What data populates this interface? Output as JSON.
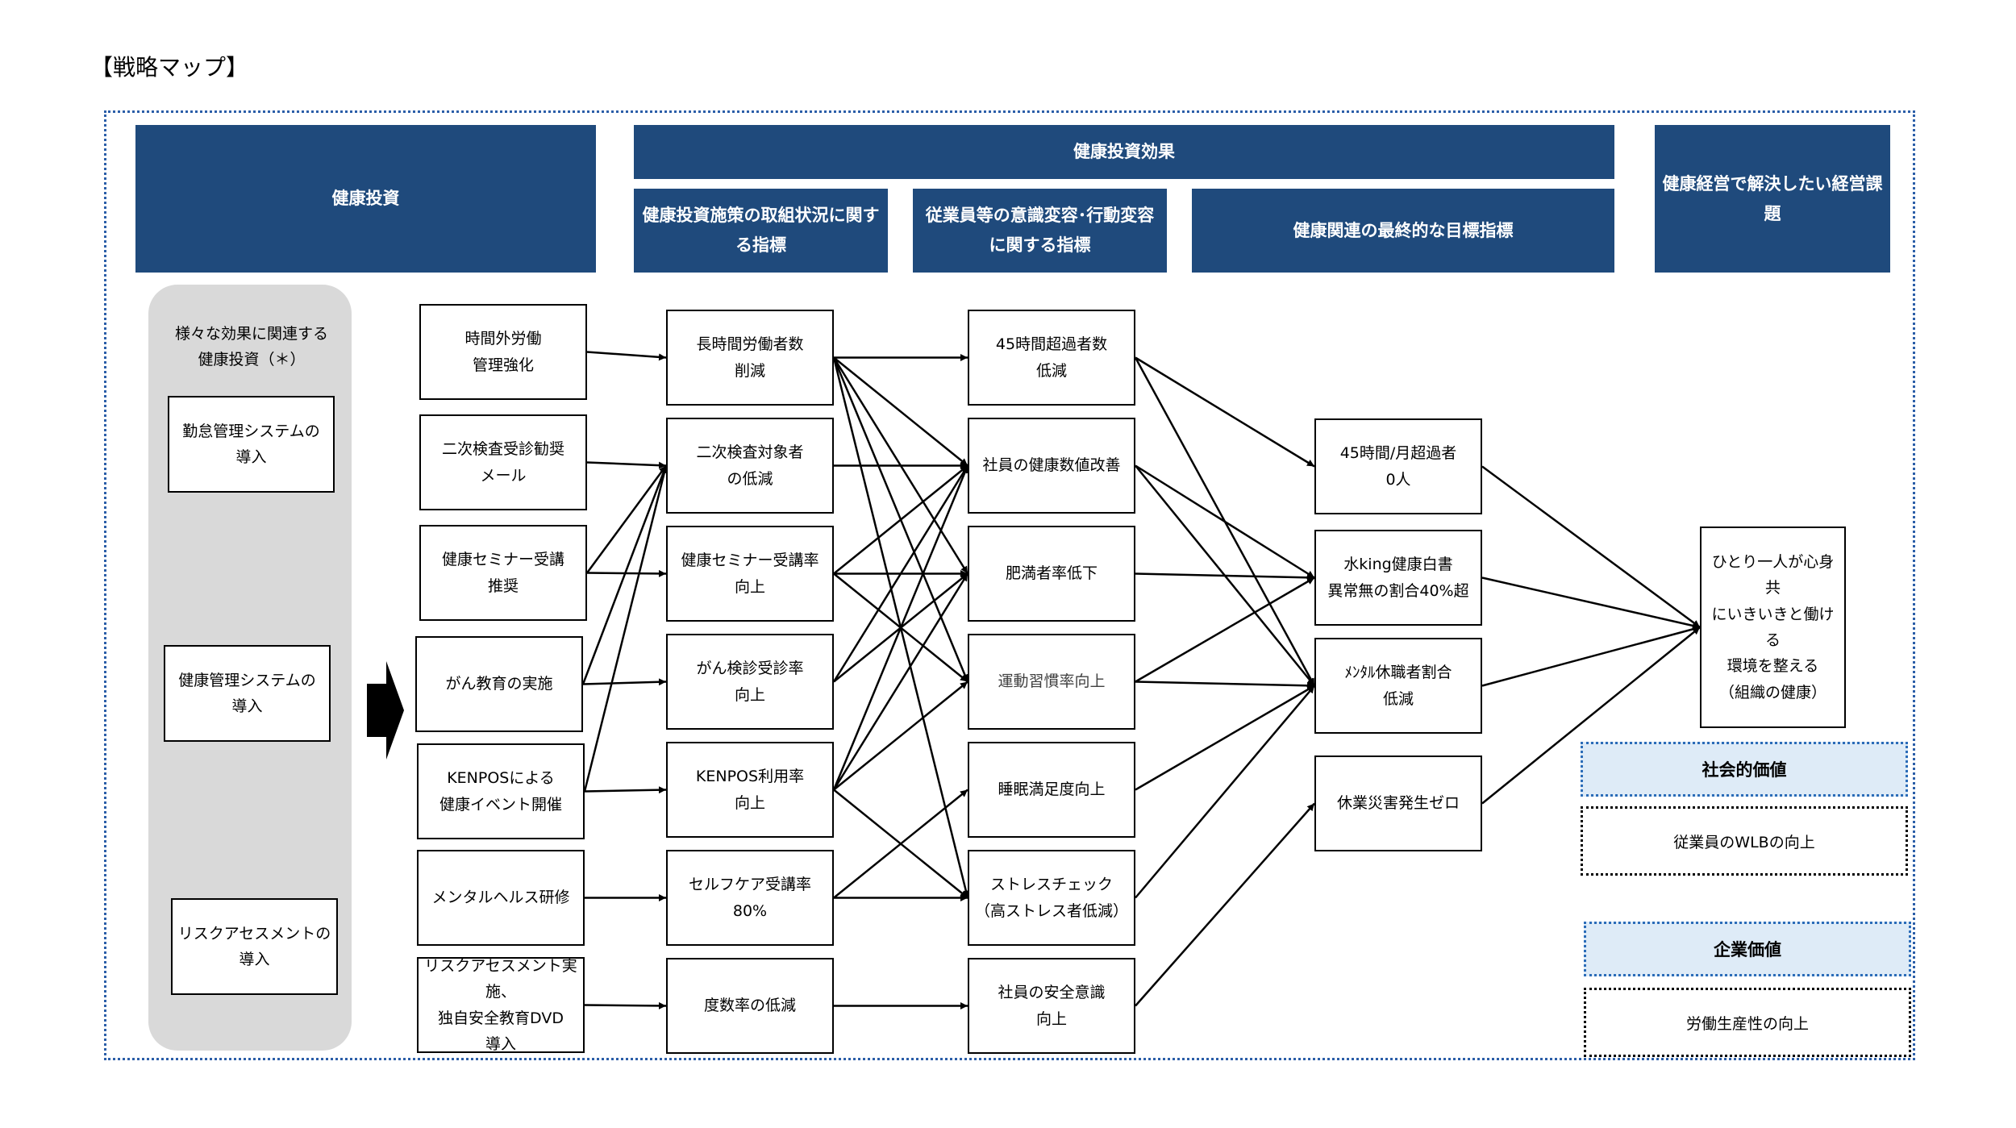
{
  "title": "【戦略マップ】",
  "headers": {
    "investment": "健康投資",
    "effects": "健康投資効果",
    "col_activity": "健康投資施策の取組状況に関する指標",
    "col_behavior": "従業員等の意識変容･行動変容に関する指標",
    "col_final": "健康関連の最終的な目標指標",
    "col_issue": "健康経営で解決したい経営課題"
  },
  "side": {
    "caption": "様々な効果に関連する\n健康投資（＊）",
    "items": [
      "勤怠管理システムの\n導入",
      "健康管理システムの\n導入",
      "リスクアセスメントの\n導入"
    ]
  },
  "measures": [
    "時間外労働\n管理強化",
    "二次検査受診勧奨\nメール",
    "健康セミナー受講\n推奨",
    "がん教育の実施",
    "KENPOSによる\n健康イベント開催",
    "メンタルヘルス研修",
    "リスクアセスメント実施、\n独自安全教育DVD\n導入"
  ],
  "activity": [
    "長時間労働者数\n削減",
    "二次検査対象者\nの低減",
    "健康セミナー受講率\n向上",
    "がん検診受診率\n向上",
    "KENPOS利用率\n向上",
    "セルフケア受講率\n80%",
    "度数率の低減"
  ],
  "behavior": [
    "45時間超過者数\n低減",
    "社員の健康数値改善",
    "肥満者率低下",
    "運動習慣率向上",
    "睡眠満足度向上",
    "ストレスチェック\n（高ストレス者低減）",
    "社員の安全意識\n向上"
  ],
  "final": [
    "45時間/月超過者\n0人",
    "水king健康白書\n異常無の割合40%超",
    "ﾒﾝﾀﾙ休職者割合\n低減",
    "休業災害発生ゼロ"
  ],
  "goal": "ひとり一人が心身共\nにいきいきと働ける\n環境を整える\n（組織の健康）",
  "values": {
    "social_title": "社会的価値",
    "social_text": "従業員のWLBの向上",
    "corporate_title": "企業価値",
    "corporate_text": "労働生産性の向上"
  },
  "colors": {
    "header": "#1f4a7c",
    "frame": "#2b5ea8",
    "panel": "#d9d9d9",
    "value_header": "#deebf7"
  },
  "links": {
    "measure_to_activity": [
      [
        0,
        0
      ],
      [
        1,
        1
      ],
      [
        2,
        1
      ],
      [
        2,
        2
      ],
      [
        3,
        1
      ],
      [
        3,
        3
      ],
      [
        4,
        1
      ],
      [
        4,
        4
      ],
      [
        5,
        5
      ],
      [
        6,
        6
      ]
    ],
    "activity_to_behavior": [
      [
        0,
        0
      ],
      [
        0,
        1
      ],
      [
        0,
        2
      ],
      [
        0,
        3
      ],
      [
        0,
        5
      ],
      [
        1,
        1
      ],
      [
        2,
        1
      ],
      [
        2,
        2
      ],
      [
        2,
        3
      ],
      [
        3,
        1
      ],
      [
        3,
        2
      ],
      [
        4,
        1
      ],
      [
        4,
        2
      ],
      [
        4,
        3
      ],
      [
        4,
        5
      ],
      [
        5,
        4
      ],
      [
        5,
        5
      ],
      [
        6,
        6
      ]
    ],
    "behavior_to_final": [
      [
        0,
        0
      ],
      [
        0,
        2
      ],
      [
        1,
        1
      ],
      [
        1,
        2
      ],
      [
        2,
        1
      ],
      [
        3,
        1
      ],
      [
        3,
        2
      ],
      [
        4,
        2
      ],
      [
        5,
        2
      ],
      [
        6,
        3
      ]
    ],
    "final_to_goal": [
      0,
      1,
      2,
      3
    ]
  }
}
